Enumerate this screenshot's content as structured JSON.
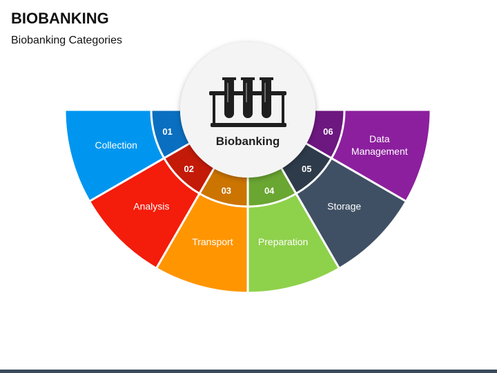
{
  "title": "BIOBANKING",
  "subtitle": "Biobanking Categories",
  "center": {
    "label": "Biobanking",
    "icon": "test-tube-rack-icon"
  },
  "categories": [
    {
      "num": "01",
      "lines": [
        "Collection"
      ],
      "color": "#0096f0",
      "dark": "#0a6fc0"
    },
    {
      "num": "02",
      "lines": [
        "Analysis"
      ],
      "color": "#f41c0a",
      "dark": "#c41a08"
    },
    {
      "num": "03",
      "lines": [
        "Transport"
      ],
      "color": "#ff9500",
      "dark": "#cc7400"
    },
    {
      "num": "04",
      "lines": [
        "Preparation"
      ],
      "color": "#8ed14b",
      "dark": "#6aa632"
    },
    {
      "num": "05",
      "lines": [
        "Storage"
      ],
      "color": "#3f5064",
      "dark": "#2e3b4a"
    },
    {
      "num": "06",
      "lines": [
        "Data",
        "Management"
      ],
      "color": "#8c1f9e",
      "dark": "#6d1780"
    }
  ]
}
